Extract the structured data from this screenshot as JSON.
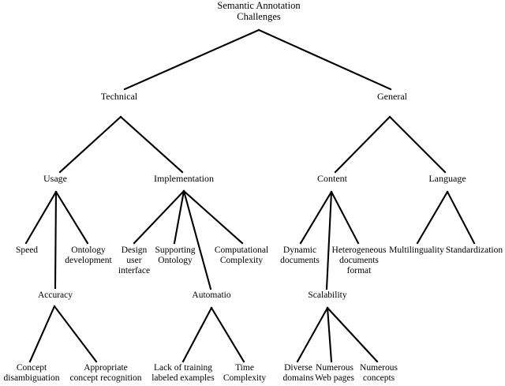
{
  "diagram": {
    "title": "Semantic Annotation Challenges",
    "type": "tree",
    "line_color": "#000000",
    "background_color": "#ffffff",
    "nodes": {
      "root": "Semantic Annotation\nChallenges",
      "technical": "Technical",
      "general": "General",
      "usage": "Usage",
      "implementation": "Implementation",
      "content": "Content",
      "language": "Language",
      "speed": "Speed",
      "ontology_development": "Ontology\ndevelopment",
      "design_user_interface": "Design\nuser\ninterface",
      "supporting_ontology": "Supporting\nOntology",
      "computational_complexity": "Computational\nComplexity",
      "dynamic_documents": "Dynamic\ndocuments",
      "heterogeneous_documents_format": "Heterogeneous\ndocuments\nformat",
      "multilinguality": "Multilinguality",
      "standardization": "Standardization",
      "accuracy": "Accuracy",
      "automatio": "Automatio",
      "scalability": "Scalability",
      "concept_disambiguation": "Concept\ndisambiguation",
      "appropriate_concept_recognition": "Appropriate\nconcept  recognition",
      "lack_of_training_labeled_examples": "Lack of training\nlabeled examples",
      "time_complexity": "Time\nComplexity",
      "diverse_domains": "Diverse\ndomains",
      "numerous_web_pages": "Numerous\nWeb pages",
      "numerous_concepts": "Numerous\nconcepts"
    },
    "edges": [
      {
        "from": "root",
        "to": "technical"
      },
      {
        "from": "root",
        "to": "general"
      },
      {
        "from": "technical",
        "to": "usage"
      },
      {
        "from": "technical",
        "to": "implementation"
      },
      {
        "from": "general",
        "to": "content"
      },
      {
        "from": "general",
        "to": "language"
      },
      {
        "from": "usage",
        "to": "speed"
      },
      {
        "from": "usage",
        "to": "accuracy"
      },
      {
        "from": "usage",
        "to": "ontology_development"
      },
      {
        "from": "implementation",
        "to": "design_user_interface"
      },
      {
        "from": "implementation",
        "to": "supporting_ontology"
      },
      {
        "from": "implementation",
        "to": "automatio"
      },
      {
        "from": "implementation",
        "to": "computational_complexity"
      },
      {
        "from": "content",
        "to": "dynamic_documents"
      },
      {
        "from": "content",
        "to": "scalability"
      },
      {
        "from": "content",
        "to": "heterogeneous_documents_format"
      },
      {
        "from": "language",
        "to": "multilinguality"
      },
      {
        "from": "language",
        "to": "standardization"
      },
      {
        "from": "accuracy",
        "to": "concept_disambiguation"
      },
      {
        "from": "accuracy",
        "to": "appropriate_concept_recognition"
      },
      {
        "from": "automatio",
        "to": "lack_of_training_labeled_examples"
      },
      {
        "from": "automatio",
        "to": "time_complexity"
      },
      {
        "from": "scalability",
        "to": "diverse_domains"
      },
      {
        "from": "scalability",
        "to": "numerous_web_pages"
      },
      {
        "from": "scalability",
        "to": "numerous_concepts"
      }
    ]
  }
}
